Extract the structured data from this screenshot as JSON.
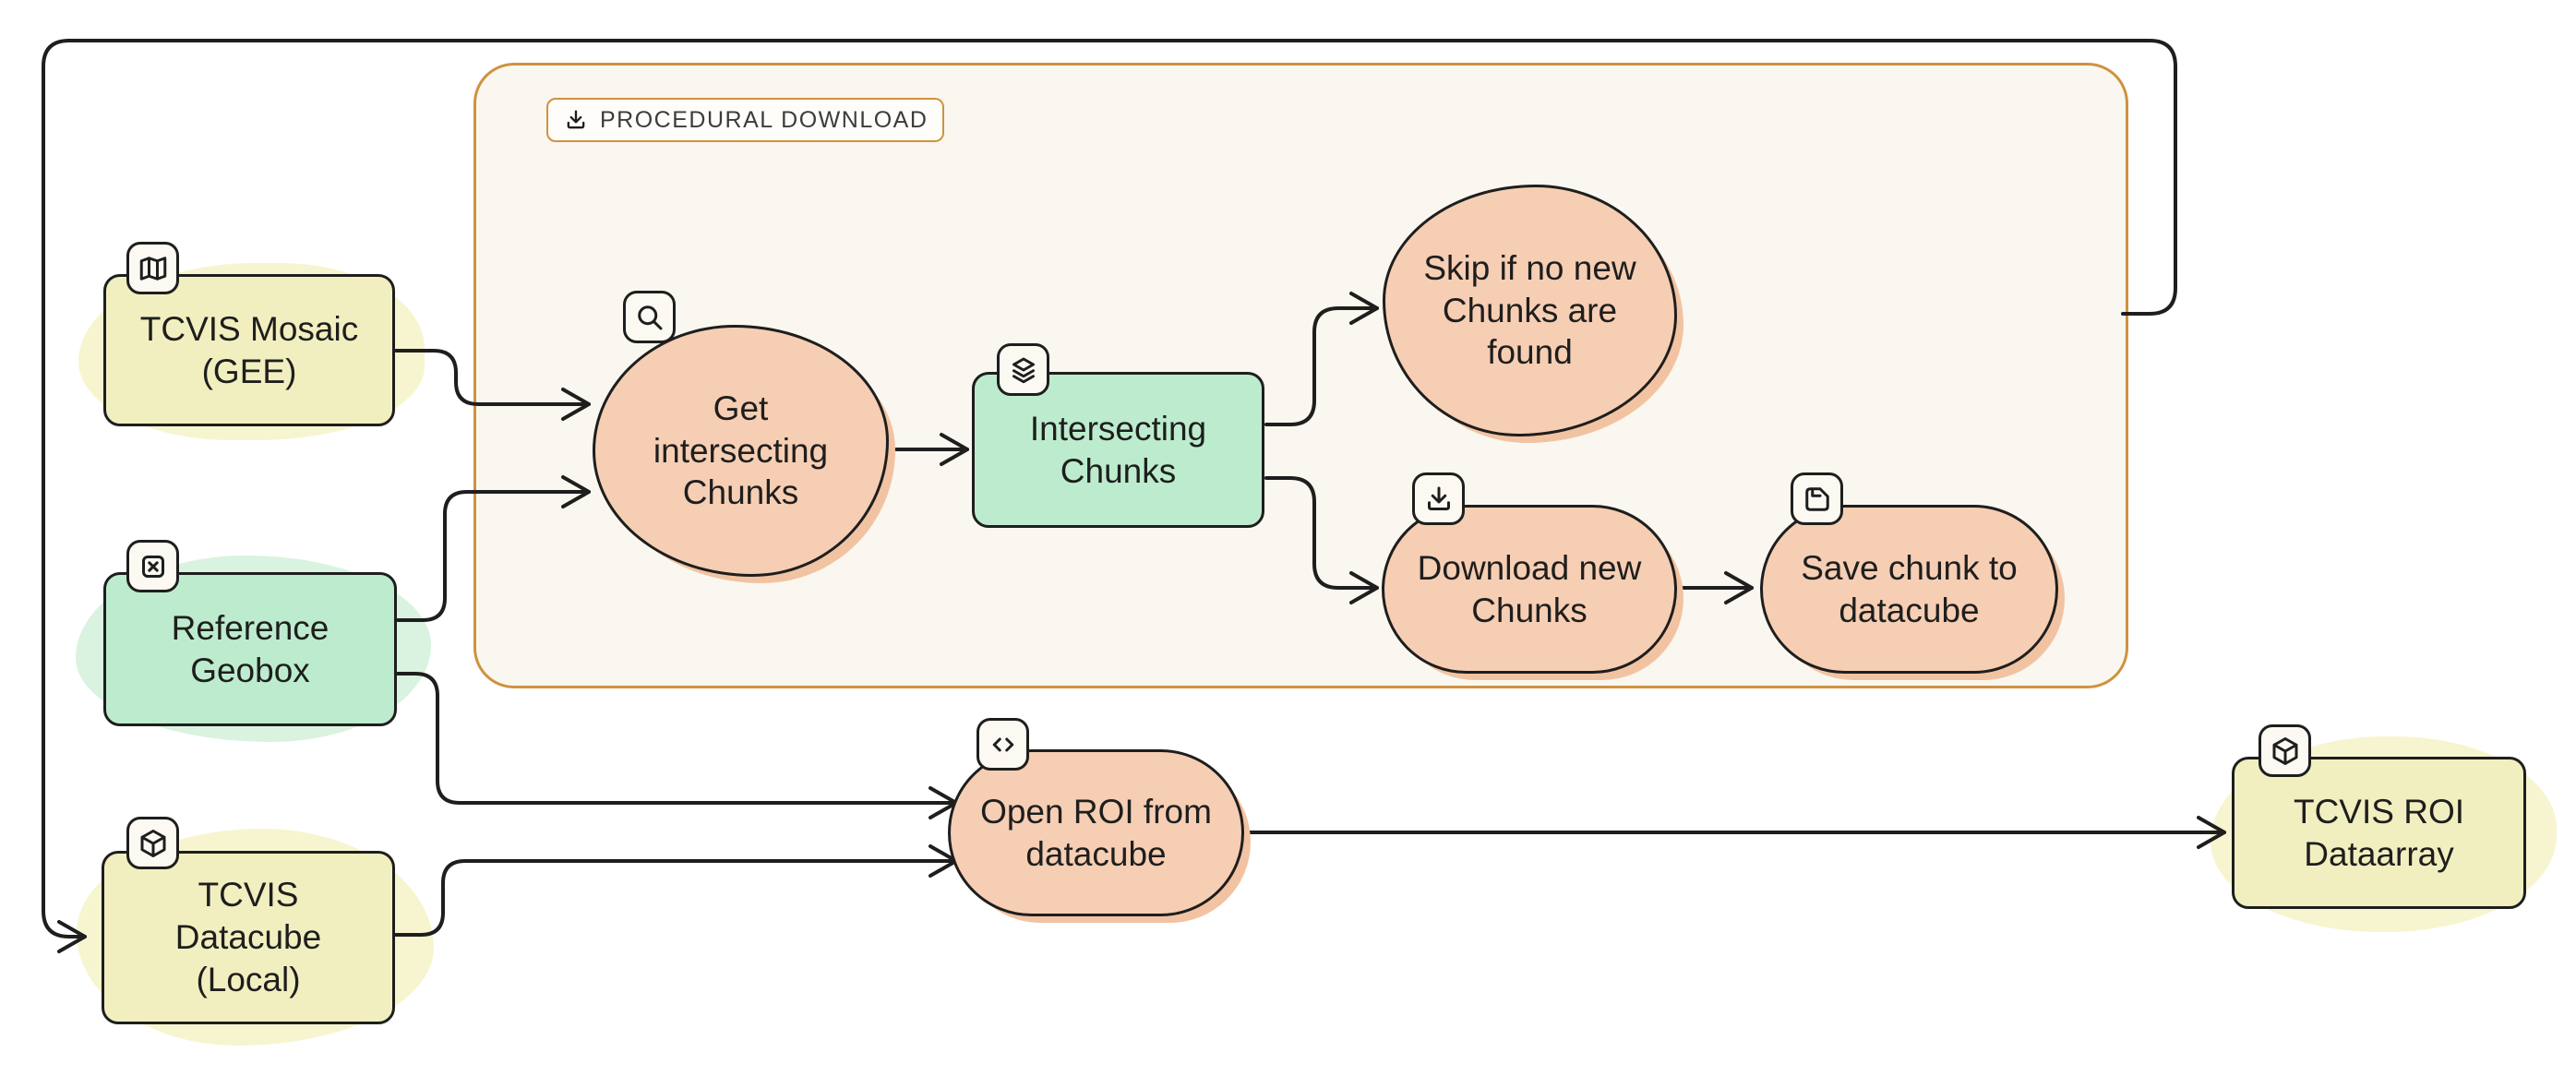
{
  "group": {
    "label": "PROCEDURAL DOWNLOAD",
    "icon": "download-icon"
  },
  "nodes": {
    "tcvis_mosaic": {
      "label": "TCVIS Mosaic\n(GEE)",
      "icon": "map-icon",
      "kind": "data-source-yellow"
    },
    "reference_geobox": {
      "label": "Reference\nGeobox",
      "icon": "box-x-icon",
      "kind": "data-green"
    },
    "tcvis_datacube": {
      "label": "TCVIS\nDatacube\n(Local)",
      "icon": "cube-icon",
      "kind": "data-source-yellow"
    },
    "get_intersecting_chunks": {
      "label": "Get\nintersecting\nChunks",
      "icon": "search-icon",
      "kind": "process-peach"
    },
    "intersecting_chunks": {
      "label": "Intersecting\nChunks",
      "icon": "layers-icon",
      "kind": "data-green"
    },
    "skip_if_no_new_chunks": {
      "label": "Skip if no new\nChunks are\nfound",
      "icon": null,
      "kind": "process-peach"
    },
    "download_new_chunks": {
      "label": "Download new\nChunks",
      "icon": "download-icon",
      "kind": "process-peach"
    },
    "save_chunk_to_datacube": {
      "label": "Save chunk to\ndatacube",
      "icon": "save-icon",
      "kind": "process-peach"
    },
    "open_roi_from_datacube": {
      "label": "Open ROI from\ndatacube",
      "icon": "code-icon",
      "kind": "process-peach"
    },
    "tcvis_roi_dataarray": {
      "label": "TCVIS ROI\nDataarray",
      "icon": "cube-icon",
      "kind": "data-yellow"
    }
  },
  "edges": [
    {
      "from": "tcvis_mosaic",
      "to": "get_intersecting_chunks"
    },
    {
      "from": "reference_geobox",
      "to": "get_intersecting_chunks"
    },
    {
      "from": "reference_geobox",
      "to": "open_roi_from_datacube"
    },
    {
      "from": "tcvis_datacube",
      "to": "open_roi_from_datacube"
    },
    {
      "from": "get_intersecting_chunks",
      "to": "intersecting_chunks"
    },
    {
      "from": "intersecting_chunks",
      "to": "skip_if_no_new_chunks"
    },
    {
      "from": "intersecting_chunks",
      "to": "download_new_chunks"
    },
    {
      "from": "download_new_chunks",
      "to": "save_chunk_to_datacube"
    },
    {
      "from": "open_roi_from_datacube",
      "to": "tcvis_roi_dataarray"
    },
    {
      "from": "procedural_download_group",
      "to": "tcvis_datacube"
    }
  ],
  "colors": {
    "background": "#ffffff",
    "stroke": "#1e1e1e",
    "yellow_fill": "#f1efbf",
    "yellow_highlight": "#f7f5d0",
    "green_fill": "#bceccd",
    "green_highlight": "#d9f3e0",
    "peach_fill": "#f6ceb3",
    "peach_shadow": "#f2c3a2",
    "group_border": "#cf9240",
    "group_fill": "#f9f7ef",
    "badge_fill": "#fbf9f2"
  }
}
